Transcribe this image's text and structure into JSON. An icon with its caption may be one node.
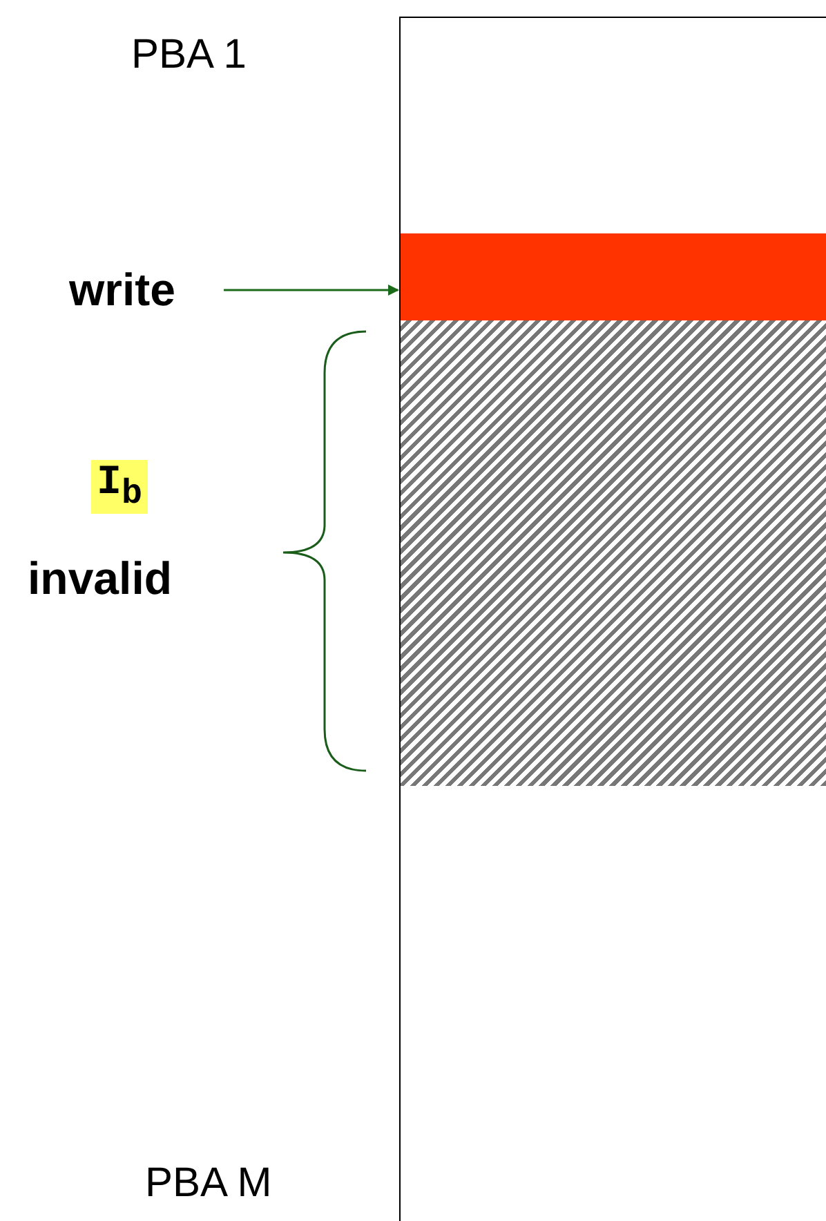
{
  "diagram": {
    "nodes": [
      {
        "text": [],
        "shape": "box"
      },
      {
        "text": [],
        "shape": "bar",
        "in": 0
      },
      {
        "text": [],
        "shape": "bar",
        "in": 0
      },
      {
        "text": [
          "write"
        ]
      }
    ],
    "edges": [
      {
        "from": 3,
        "to": 1,
        "arrow": "to"
      }
    ],
    "labels": [
      "PBA 1",
      "I$_{b}$",
      "invalid",
      "PBA M"
    ]
  }
}
